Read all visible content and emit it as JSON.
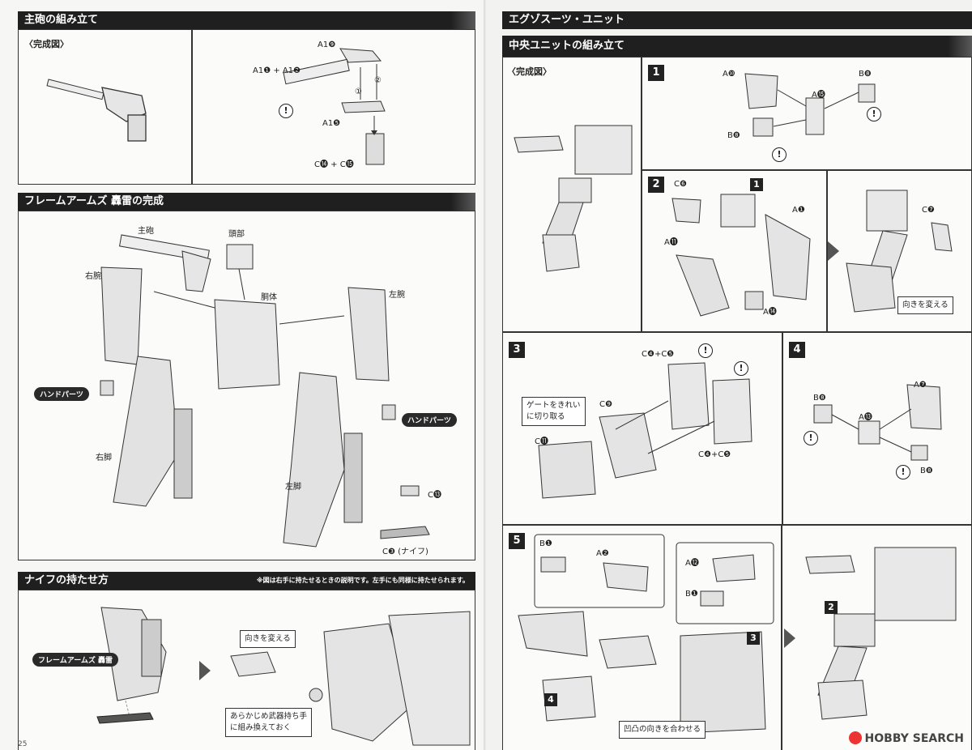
{
  "left": {
    "sec1_title": "主砲の組み立て",
    "complete_label": "〈完成図〉",
    "sec1_labels": [
      "A1❾",
      "A1❶ + A1❷",
      "A1❺",
      "C⓮ + C⓯",
      "①",
      "②"
    ],
    "sec2_title": "フレームアームズ 轟雷の完成",
    "sec2_labels": [
      "主砲",
      "頭部",
      "右腕",
      "胴体",
      "左腕",
      "ハンドパーツ",
      "ハンドパーツ",
      "右脚",
      "左脚",
      "C⓭",
      "C❸ (ナイフ)"
    ],
    "sec3_title": "ナイフの持たせ方",
    "sec3_note": "※図は右手に持たせるときの説明です。左手にも同様に持たせられます。",
    "sec3_labels": [
      "フレームアームズ 轟雷",
      "向きを変える"
    ],
    "sec3_note_box": [
      "あらかじめ武器持ち手",
      "に組み換えておく"
    ],
    "page_number": "25"
  },
  "right": {
    "sec_title": "エグゾスーツ・ユニット",
    "sub_title": "中央ユニットの組み立て",
    "complete_label": "〈完成図〉",
    "step1": {
      "num": "1",
      "labels": [
        "A❿",
        "A⓯",
        "B❽",
        "B❽"
      ]
    },
    "step2": {
      "num": "2",
      "labels": [
        "C❻",
        "1",
        "A❶",
        "A⓫",
        "A⓮",
        "C❼"
      ],
      "pill": "向きを変える"
    },
    "step3": {
      "num": "3",
      "labels": [
        "C❹+C❺",
        "C❾",
        "C⓫",
        "C❹+C❺"
      ],
      "note": [
        "ゲートをきれい",
        "に切り取る"
      ]
    },
    "step4": {
      "num": "4",
      "labels": [
        "A❼",
        "B❽",
        "A⓭",
        "B❽"
      ]
    },
    "step5": {
      "num": "5",
      "labels": [
        "B❶",
        "A❷",
        "A⓬",
        "B❶",
        "3",
        "4",
        "2"
      ],
      "pill": "凹凸の向きを合わせる"
    },
    "watermark": "HOBBY SEARCH"
  }
}
